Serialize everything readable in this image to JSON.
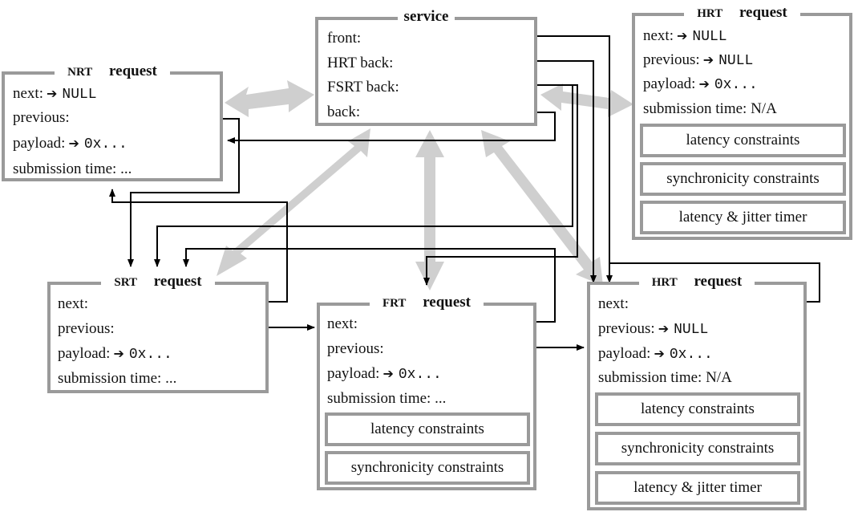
{
  "service": {
    "title": "service",
    "fields": [
      "front:",
      "HRT back:",
      "FSRT back:",
      "back:"
    ]
  },
  "nrt": {
    "title_prefix": "NRT",
    "title_suffix": " request",
    "next_label": "next:",
    "next_value": "NULL",
    "previous_label": "previous:",
    "payload_label": "payload:",
    "payload_value": "0x...",
    "submission_label": "submission time: ..."
  },
  "hrt_top": {
    "title_prefix": "HRT",
    "title_suffix": " request",
    "next_label": "next:",
    "next_value": "NULL",
    "previous_label": "previous:",
    "previous_value": "NULL",
    "payload_label": "payload:",
    "payload_value": "0x...",
    "submission_label": "submission time: N/A",
    "constraints": [
      "latency constraints",
      "synchronicity constraints",
      "latency & jitter timer"
    ]
  },
  "srt": {
    "title_prefix": "SRT",
    "title_suffix": " request",
    "next_label": "next:",
    "previous_label": "previous:",
    "payload_label": "payload:",
    "payload_value": "0x...",
    "submission_label": "submission time: ..."
  },
  "frt": {
    "title_prefix": "FRT",
    "title_suffix": " request",
    "next_label": "next:",
    "previous_label": "previous:",
    "payload_label": "payload:",
    "payload_value": "0x...",
    "submission_label": "submission time: ...",
    "constraints": [
      "latency constraints",
      "synchronicity constraints"
    ]
  },
  "hrt_bottom": {
    "title_prefix": "HRT",
    "title_suffix": " request",
    "next_label": "next:",
    "previous_label": "previous:",
    "previous_value": "NULL",
    "payload_label": "payload:",
    "payload_value": "0x...",
    "submission_label": "submission time: N/A",
    "constraints": [
      "latency constraints",
      "synchronicity constraints",
      "latency & jitter timer"
    ]
  },
  "colors": {
    "box_border": "#9a9a9a",
    "thick_arrow": "#cfcfcf",
    "line": "#000000"
  }
}
